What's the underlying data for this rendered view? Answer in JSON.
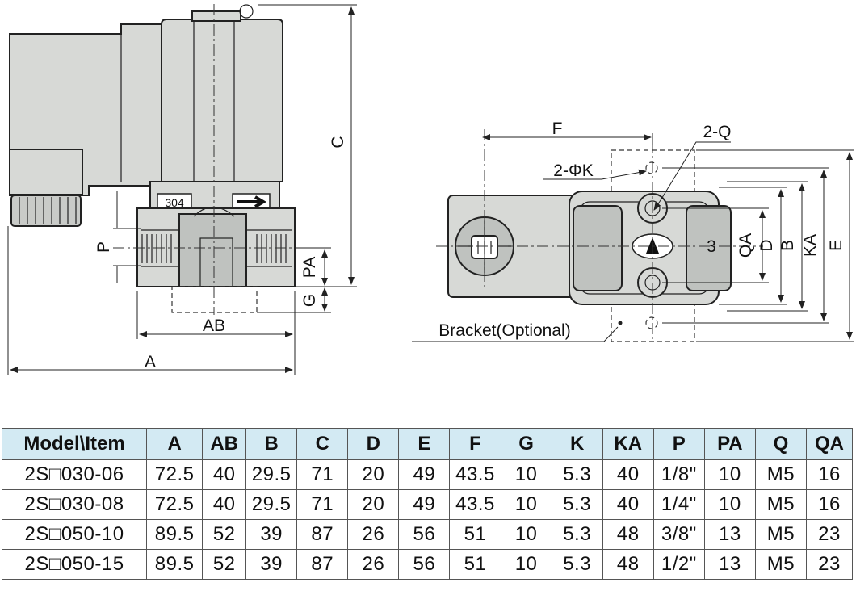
{
  "labels": {
    "port_size": "P",
    "port_depth": "PA",
    "bottom_offset": "G",
    "body_width": "AB",
    "overall_length": "A",
    "overall_height": "C",
    "plate_label": "304",
    "flow_direction": "F",
    "tap": "2-Q",
    "hole": "2-ΦK",
    "port_number": "3",
    "qa": "QA",
    "d": "D",
    "b": "B",
    "ka": "KA",
    "e": "E",
    "bracket": "Bracket(Optional)"
  },
  "table": {
    "headers": [
      "Model\\Item",
      "A",
      "AB",
      "B",
      "C",
      "D",
      "E",
      "F",
      "G",
      "K",
      "KA",
      "P",
      "PA",
      "Q",
      "QA"
    ],
    "rows": [
      [
        "2S□030-06",
        "72.5",
        "40",
        "29.5",
        "71",
        "20",
        "49",
        "43.5",
        "10",
        "5.3",
        "40",
        "1/8\"",
        "10",
        "M5",
        "16"
      ],
      [
        "2S□030-08",
        "72.5",
        "40",
        "29.5",
        "71",
        "20",
        "49",
        "43.5",
        "10",
        "5.3",
        "40",
        "1/4\"",
        "10",
        "M5",
        "16"
      ],
      [
        "2S□050-10",
        "89.5",
        "52",
        "39",
        "87",
        "26",
        "56",
        "51",
        "10",
        "5.3",
        "48",
        "3/8\"",
        "13",
        "M5",
        "23"
      ],
      [
        "2S□050-15",
        "89.5",
        "52",
        "39",
        "87",
        "26",
        "56",
        "51",
        "10",
        "5.3",
        "48",
        "1/2\"",
        "13",
        "M5",
        "23"
      ]
    ]
  }
}
